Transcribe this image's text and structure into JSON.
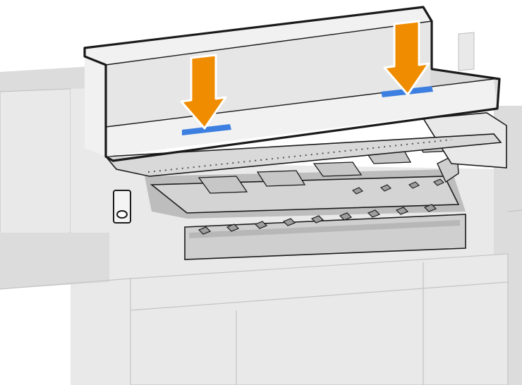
{
  "illustration": {
    "subject": "printer-output-cover",
    "colors": {
      "outline": "#1a1a1a",
      "body": "#e9e9e9",
      "body_shade": "#dcdcdc",
      "cover_front": "#e6e6e6",
      "cover_top": "#f1f1f1",
      "cover_shelf": "#d9d9d9",
      "tray": "#d4d4d4",
      "tray_dark": "#bdbdbd",
      "arrow": "#f08c00",
      "arrow_edge": "#ffffff",
      "marker": "#3d7fe0"
    },
    "arrows": [
      {
        "name": "left-press-arrow",
        "direction": "down"
      },
      {
        "name": "right-press-arrow",
        "direction": "down"
      }
    ],
    "markers": [
      {
        "name": "left-press-marker"
      },
      {
        "name": "right-press-marker"
      }
    ]
  }
}
